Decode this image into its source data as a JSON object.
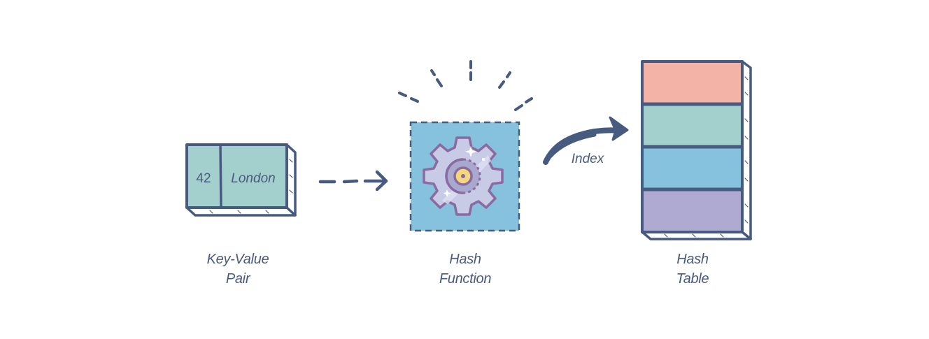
{
  "colors": {
    "ink": "#475a80",
    "text": "#4a5a7e",
    "teal": "#a3cfcc",
    "salmon": "#f3b3a6",
    "blue": "#86c1de",
    "lavender": "#aeaad2",
    "gear_fill": "#c7cbe6",
    "gear_stroke": "#8a6a9f",
    "gear_center": "#f4d77c"
  },
  "key_value_pair": {
    "key": "42",
    "value": "London",
    "caption_line1": "Key-Value",
    "caption_line2": "Pair"
  },
  "hash_function": {
    "icon": "gear-icon",
    "caption_line1": "Hash",
    "caption_line2": "Function"
  },
  "arrow_to_table": {
    "label": "Index"
  },
  "hash_table": {
    "buckets": [
      {
        "color": "#f3b3a6"
      },
      {
        "color": "#a3cfcc"
      },
      {
        "color": "#86c1de"
      },
      {
        "color": "#aeaad2"
      }
    ],
    "caption_line1": "Hash",
    "caption_line2": "Table"
  }
}
